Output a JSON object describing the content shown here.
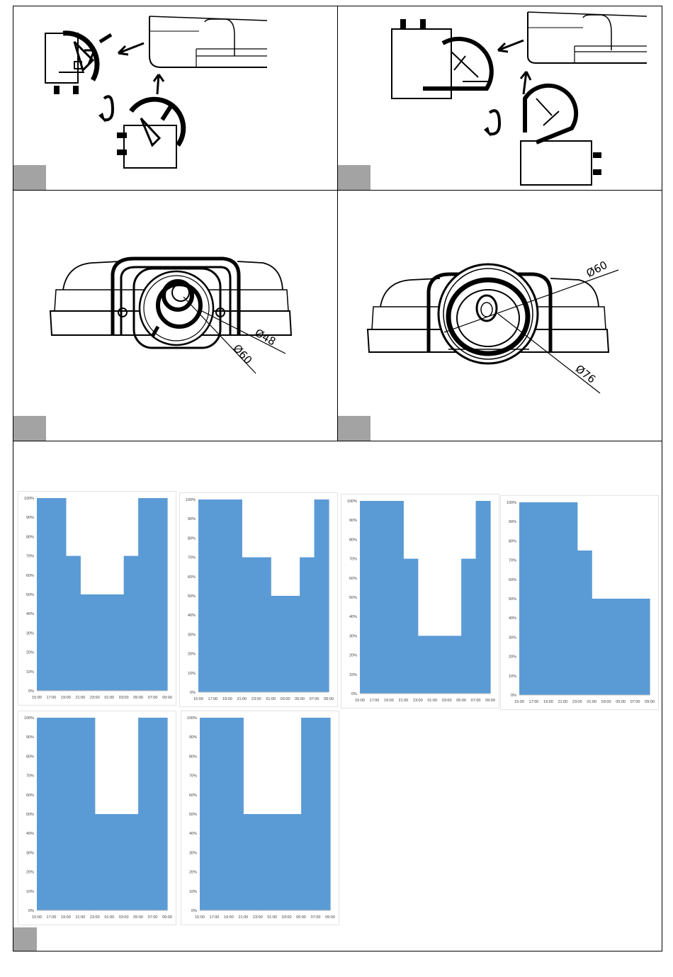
{
  "page": {
    "label_tag_color": "#a3a3a3",
    "chart_fill_color": "#5b9bd5"
  },
  "dimensions": {
    "d48": "Ø48",
    "d60_left": "Ø60",
    "d60_right": "Ø60",
    "d76": "Ø76"
  },
  "icons": [
    "arrow-icon",
    "rotate-icon",
    "duct-elbow-drawing",
    "duct-cover-drawing"
  ],
  "chart_data": [
    {
      "type": "area",
      "x": [
        "15:00",
        "17:00",
        "19:00",
        "21:00",
        "23:00",
        "01:00",
        "03:00",
        "05:00",
        "07:00",
        "09:00"
      ],
      "y_ticks": [
        "0%",
        "10%",
        "20%",
        "30%",
        "40%",
        "50%",
        "60%",
        "70%",
        "80%",
        "90%",
        "100%"
      ],
      "ylim": [
        0,
        100
      ],
      "steps": [
        100,
        100,
        70,
        50,
        50,
        50,
        70,
        100,
        100
      ],
      "title": "",
      "xlabel": "",
      "ylabel": ""
    },
    {
      "type": "area",
      "x": [
        "15:00",
        "17:00",
        "19:00",
        "21:00",
        "23:00",
        "01:00",
        "03:00",
        "05:00",
        "07:00",
        "09:00"
      ],
      "y_ticks": [
        "0%",
        "10%",
        "20%",
        "30%",
        "40%",
        "50%",
        "60%",
        "70%",
        "80%",
        "90%",
        "100%"
      ],
      "ylim": [
        0,
        100
      ],
      "steps": [
        100,
        100,
        100,
        70,
        70,
        50,
        50,
        70,
        100
      ],
      "title": "",
      "xlabel": "",
      "ylabel": ""
    },
    {
      "type": "area",
      "x": [
        "15:00",
        "17:00",
        "19:00",
        "21:00",
        "23:00",
        "01:00",
        "03:00",
        "05:00",
        "07:00",
        "09:00"
      ],
      "y_ticks": [
        "0%",
        "10%",
        "20%",
        "30%",
        "40%",
        "50%",
        "60%",
        "70%",
        "80%",
        "90%",
        "100%"
      ],
      "ylim": [
        0,
        100
      ],
      "steps": [
        100,
        100,
        100,
        70,
        30,
        30,
        30,
        70,
        100
      ],
      "title": "",
      "xlabel": "",
      "ylabel": ""
    },
    {
      "type": "area",
      "x": [
        "15:00",
        "17:00",
        "19:00",
        "21:00",
        "23:00",
        "01:00",
        "03:00",
        "05:00",
        "07:00",
        "09:00"
      ],
      "y_ticks": [
        "0%",
        "10%",
        "20%",
        "30%",
        "40%",
        "50%",
        "60%",
        "70%",
        "80%",
        "90%",
        "100%"
      ],
      "ylim": [
        0,
        100
      ],
      "steps": [
        100,
        100,
        100,
        100,
        75,
        50,
        50,
        50,
        50
      ],
      "title": "",
      "xlabel": "",
      "ylabel": ""
    },
    {
      "type": "area",
      "x": [
        "15:00",
        "17:00",
        "19:00",
        "21:00",
        "23:00",
        "01:00",
        "03:00",
        "05:00",
        "07:00",
        "09:00"
      ],
      "y_ticks": [
        "0%",
        "10%",
        "20%",
        "30%",
        "40%",
        "50%",
        "60%",
        "70%",
        "80%",
        "90%",
        "100%"
      ],
      "ylim": [
        0,
        100
      ],
      "steps": [
        100,
        100,
        100,
        100,
        50,
        50,
        50,
        100,
        100
      ],
      "title": "",
      "xlabel": "",
      "ylabel": ""
    },
    {
      "type": "area",
      "x": [
        "15:00",
        "17:00",
        "19:00",
        "21:00",
        "23:00",
        "01:00",
        "03:00",
        "05:00",
        "07:00",
        "09:00"
      ],
      "y_ticks": [
        "0%",
        "10%",
        "20%",
        "30%",
        "40%",
        "50%",
        "60%",
        "70%",
        "80%",
        "90%",
        "100%"
      ],
      "ylim": [
        0,
        100
      ],
      "steps": [
        100,
        100,
        100,
        50,
        50,
        50,
        50,
        100,
        100
      ],
      "title": "",
      "xlabel": "",
      "ylabel": ""
    }
  ]
}
